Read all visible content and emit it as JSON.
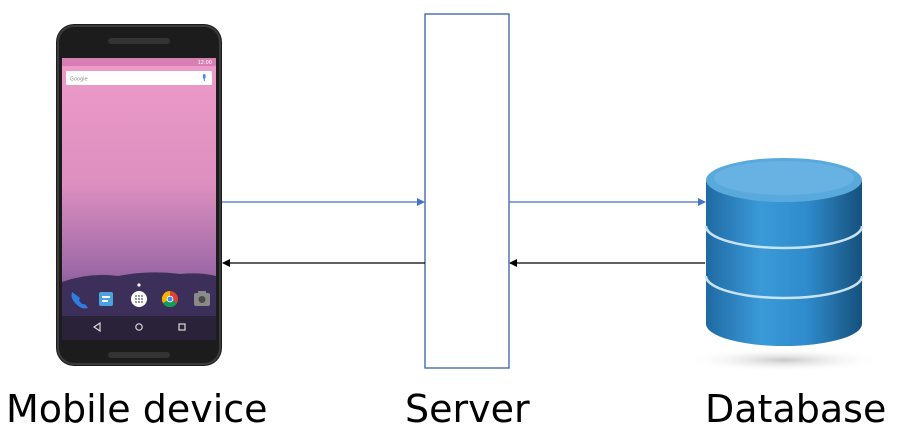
{
  "nodes": {
    "mobile": {
      "label": "Mobile device"
    },
    "server": {
      "label": "Server"
    },
    "database": {
      "label": "Database"
    }
  },
  "phone_screen": {
    "search_text": "Google",
    "status_time": "12:00"
  },
  "colors": {
    "forward_arrow": "#4472c4",
    "return_arrow": "#000000",
    "server_border": "#3a5fa8",
    "db_body": "#2e86c1",
    "db_dark": "#1b5e8f",
    "db_top": "#6bb6e6"
  },
  "icons": [
    "phone-icon",
    "messages-icon",
    "apps-icon",
    "chrome-icon",
    "camera-icon",
    "back-icon",
    "home-icon",
    "recents-icon",
    "mic-icon"
  ]
}
